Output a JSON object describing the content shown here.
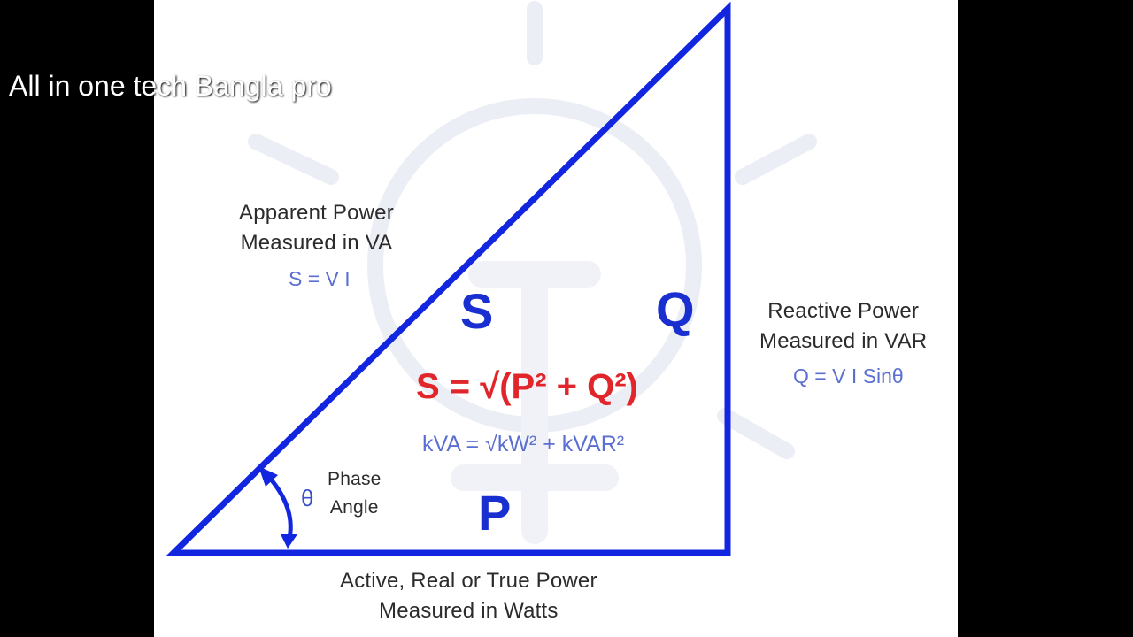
{
  "overlay": {
    "channel_name": "All in one tech Bangla pro"
  },
  "diagram": {
    "hypotenuse": {
      "line1": "Apparent Power",
      "line2": "Measured in VA",
      "formula": "S = V I",
      "symbol": "S"
    },
    "vertical": {
      "line1": "Reactive Power",
      "line2": "Measured in VAR",
      "formula": "Q = V I Sinθ",
      "symbol": "Q"
    },
    "base": {
      "line1": "Active, Real or True Power",
      "line2": "Measured in Watts",
      "symbol": "P"
    },
    "angle": {
      "symbol": "θ",
      "line1": "Phase",
      "line2": "Angle"
    },
    "main_formula": "S = √(P² + Q²)",
    "unit_formula": "kVA = √kW² + kVAR²"
  },
  "colors": {
    "triangle": "#1226e0",
    "formula_red": "#e0262b",
    "blue_text": "#5a6fd0",
    "watermark": "#e9ebf3"
  }
}
